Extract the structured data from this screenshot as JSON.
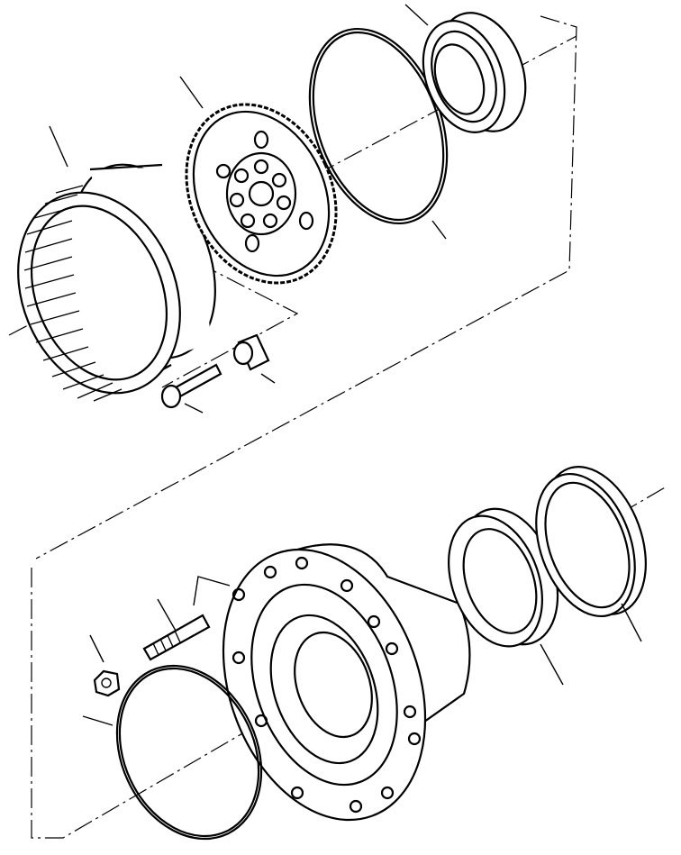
{
  "diagram": {
    "kind": "exploded-parts-view",
    "colors": {
      "line": "#000000",
      "background": "#ffffff"
    },
    "parts": [
      "ring-gear",
      "ring-gear-hub",
      "snap-ring",
      "upper-bearing",
      "bolt",
      "bushing",
      "wheel-hub",
      "stud",
      "nut",
      "o-ring",
      "lower-bearing",
      "seal"
    ]
  }
}
